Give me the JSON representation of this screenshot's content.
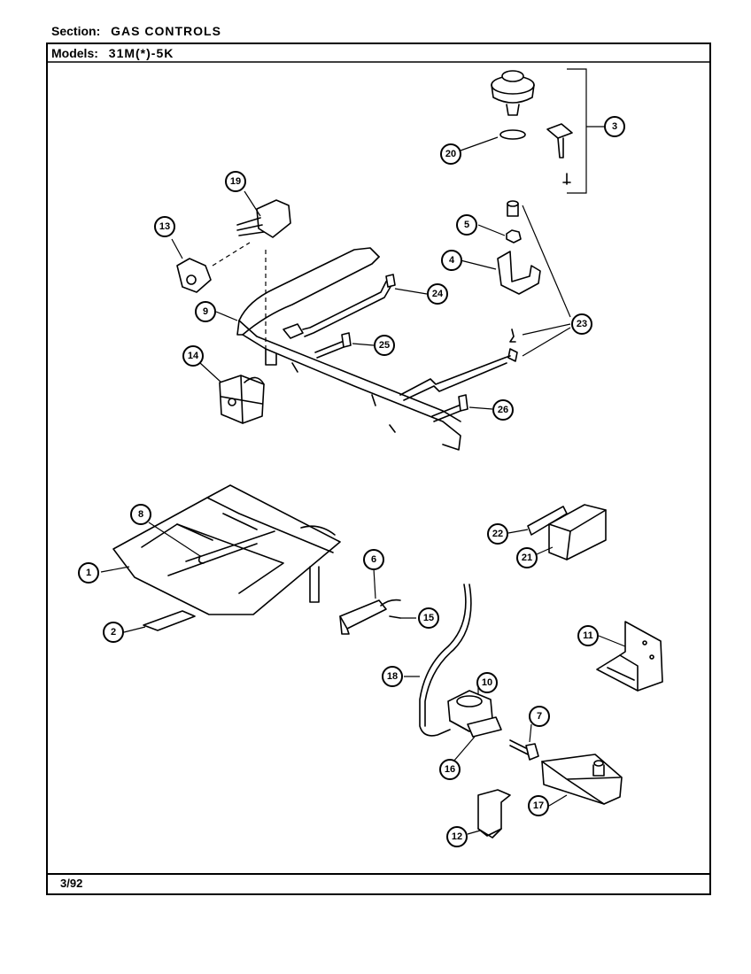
{
  "header": {
    "section_label": "Section:",
    "section_value": "GAS CONTROLS",
    "models_label": "Models:",
    "models_value": "31M(*)-5K"
  },
  "footer": {
    "date": "3/92"
  },
  "callouts": [
    "1",
    "2",
    "3",
    "4",
    "5",
    "6",
    "7",
    "8",
    "9",
    "10",
    "11",
    "12",
    "13",
    "14",
    "15",
    "16",
    "17",
    "18",
    "19",
    "20",
    "21",
    "22",
    "23",
    "24",
    "25",
    "26"
  ]
}
